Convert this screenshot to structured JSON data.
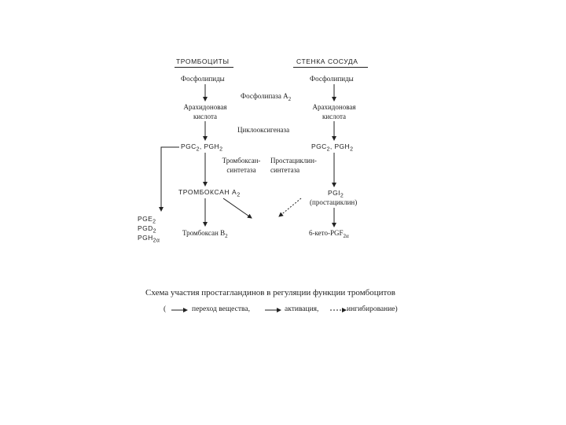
{
  "columns": {
    "left": "ТРОМБОЦИТЫ",
    "right": "СТЕНКА СОСУДА"
  },
  "nodes": {
    "phospholipids_left": "Фосфолипиды",
    "phospholipids_right": "Фосфолипиды",
    "phospholipase": "Фосфолипаза A",
    "phospholipase_sub": "2",
    "arachidonic_left_1": "Арахидоновая",
    "arachidonic_left_2": "кислота",
    "arachidonic_right_1": "Арахидоновая",
    "arachidonic_right_2": "кислота",
    "cyclooxygenase": "Циклооксигеназа",
    "pg_left": "PGC",
    "pg_left_sub": "2",
    "pg_left_mid": ", PGH",
    "pg_left_sub2": "2",
    "pg_right": "PGC",
    "pg_right_sub": "2",
    "pg_right_mid": ", PGH",
    "pg_right_sub2": "2",
    "thromboxane_synthetase_1": "Тромбоксан-",
    "thromboxane_synthetase_2": "синтетаза",
    "prostacyclin_synthetase_1": "Простациклин-",
    "prostacyclin_synthetase_2": "синтетаза",
    "thromboxane_a": "ТРОМБОКСАН A",
    "thromboxane_a_sub": "2",
    "pgi": "PGI",
    "pgi_sub": "2",
    "prostacyclin": "(простациклин)",
    "pge": "PGE",
    "pge_sub": "2",
    "pgd": "PGD",
    "pgd_sub": "2",
    "pgh": "PGH",
    "pgh_sub": "2α",
    "thromboxane_b": "Тромбоксан B",
    "thromboxane_b_sub": "2",
    "keto_pgf": "6-кето-PGF",
    "keto_pgf_sub": "2α"
  },
  "caption": "Схема участия простагландинов в регуляции функции тромбоцитов",
  "legend": {
    "open": "(",
    "transfer": "переход вещества,",
    "activation": "активация,",
    "inhibition": "ингибирование)"
  }
}
